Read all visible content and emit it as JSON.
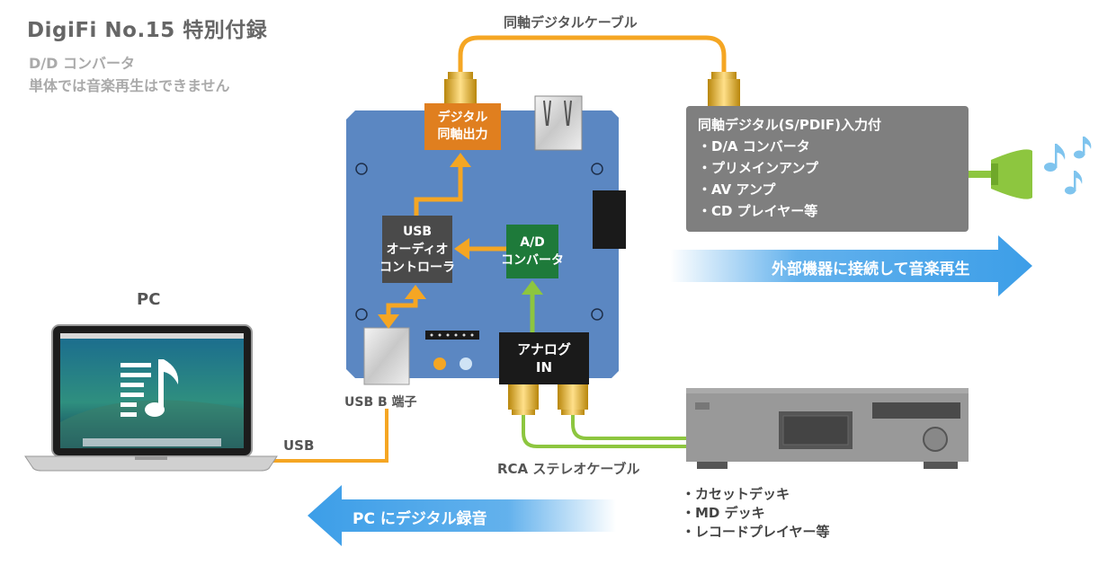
{
  "header": {
    "title": "DigiFi No.15 特別付録",
    "subtitle_1": "D/D コンバータ",
    "subtitle_2": "単体では音楽再生はできません"
  },
  "board": {
    "coax_out_label_1": "デジタル",
    "coax_out_label_2": "同軸出力",
    "usb_controller_1": "USB",
    "usb_controller_2": "オーディオ",
    "usb_controller_3": "コントローラ",
    "adc_1": "A/D",
    "adc_2": "コンバータ",
    "analog_in_1": "アナログ",
    "analog_in_2": "IN",
    "usb_b_label": "USB B 端子"
  },
  "cables": {
    "coax_cable": "同軸デジタルケーブル",
    "usb_cable": "USB",
    "rca_cable": "RCA ステレオケーブル"
  },
  "pc_label": "PC",
  "external": {
    "lines": [
      "同軸デジタル(S/PDIF)入力付",
      "・D/A コンバータ",
      "・プリメインアンプ",
      "・AV アンプ",
      "・CD プレイヤー等"
    ]
  },
  "arrows": {
    "playback": "外部機器に接続して音楽再生",
    "record": "PC にデジタル録音"
  },
  "sources": {
    "lines": [
      "・カセットデッキ",
      "・MD デッキ",
      "・レコードプレイヤー等"
    ]
  },
  "colors": {
    "board": "#5b87c2",
    "orange": "#f5a623",
    "green": "#8dc63f",
    "gray_box": "#7f7f7f",
    "arrow_blue": "#3c9ee8"
  }
}
